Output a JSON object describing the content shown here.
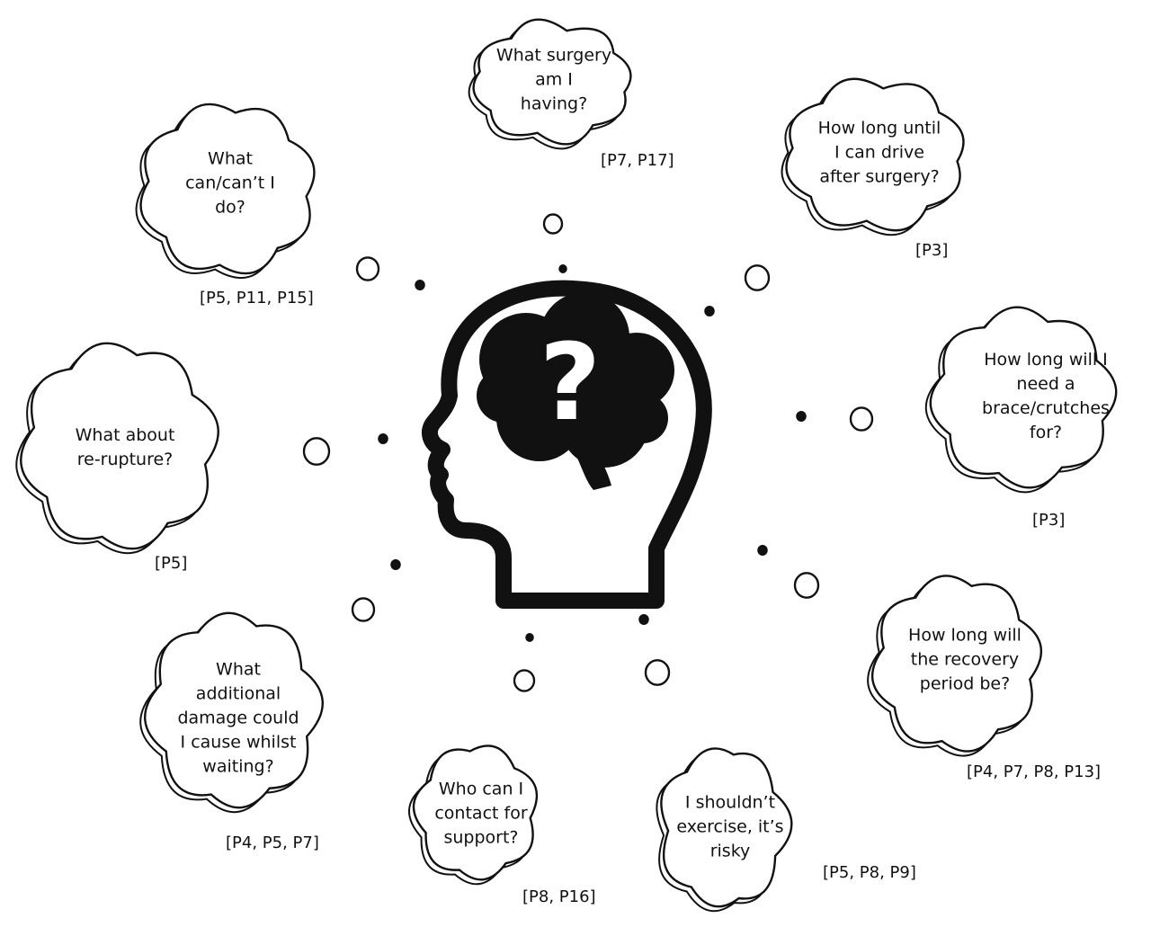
{
  "thoughts": [
    {
      "lines": [
        "What surgery",
        "am I",
        "having?"
      ],
      "ref": "[P7, P17]"
    },
    {
      "lines": [
        "How long until",
        "I can drive",
        "after surgery?"
      ],
      "ref": "[P3]"
    },
    {
      "lines": [
        "How long will I",
        "need a",
        "brace/crutches",
        "for?"
      ],
      "ref": "[P3]"
    },
    {
      "lines": [
        "How long will",
        "the recovery",
        "period be?"
      ],
      "ref": "[P4, P7, P8, P13]"
    },
    {
      "lines": [
        "I shouldn’t",
        "exercise, it’s",
        "risky"
      ],
      "ref": "[P5, P8, P9]"
    },
    {
      "lines": [
        "Who can I",
        "contact for",
        "support?"
      ],
      "ref": "[P8, P16]"
    },
    {
      "lines": [
        "What",
        "additional",
        "damage could",
        "I cause whilst",
        "waiting?"
      ],
      "ref": "[P4, P5, P7]"
    },
    {
      "lines": [
        "What about",
        "re-rupture?"
      ],
      "ref": "[P5]"
    },
    {
      "lines": [
        "What",
        "can/can’t I",
        "do?"
      ],
      "ref": "[P5, P11, P15]"
    }
  ],
  "center": {
    "icon": "head-with-brain-question-icon",
    "symbol": "?"
  },
  "colors": {
    "ink": "#111111",
    "background": "#ffffff"
  }
}
